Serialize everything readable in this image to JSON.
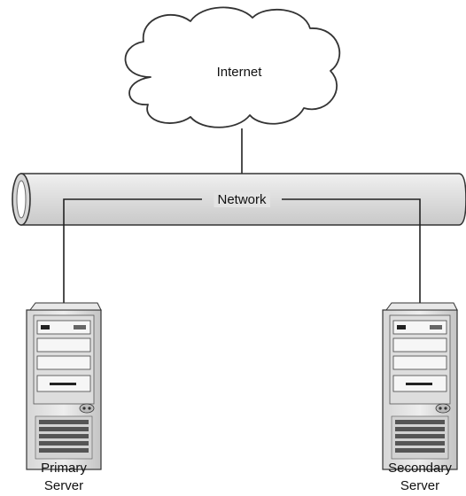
{
  "cloud": {
    "label": "Internet"
  },
  "network": {
    "label": "Network"
  },
  "servers": [
    {
      "line1": "Primary",
      "line2": "Server"
    },
    {
      "line1": "Secondary",
      "line2": "Server"
    }
  ]
}
